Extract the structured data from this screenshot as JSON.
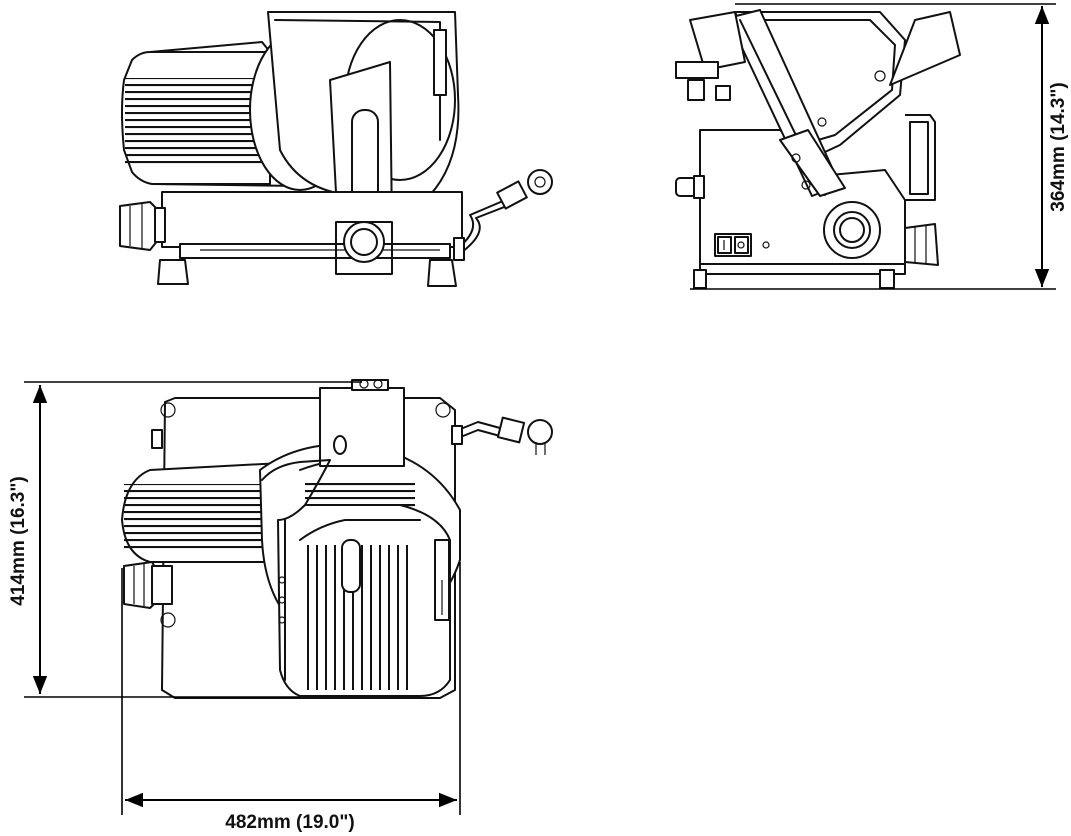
{
  "dimensions": {
    "height_side": "364mm (14.3\")",
    "depth_top": "414mm (16.3\")",
    "width_top": "482mm (19.0\")"
  }
}
